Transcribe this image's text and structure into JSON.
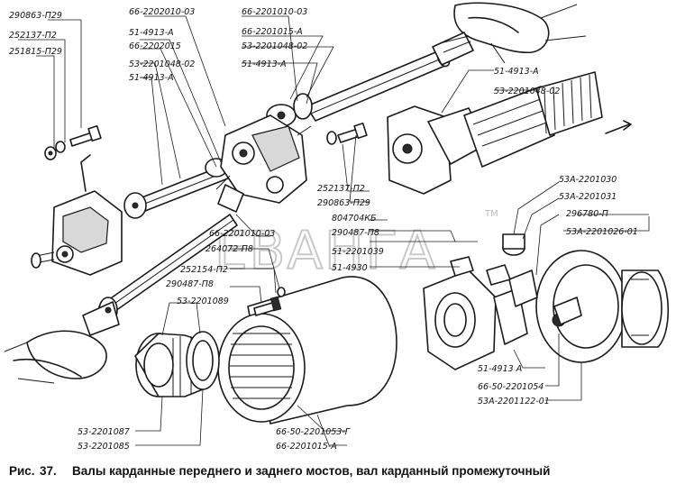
{
  "labels": {
    "l01": "290863-П29",
    "l02": "252137-П2",
    "l03": "251815-П29",
    "l04": "66-2202010-03",
    "l05": "51-4913-А",
    "l06": "66-2202015",
    "l07": "53-2201048-02",
    "l08": "51-4913-А",
    "l09": "66-2201010-03",
    "l10": "66-2201015-А",
    "l11": "53-2201048-02",
    "l12": "51-4913-А",
    "l13": "51-4913-А",
    "l14": "53-2201048-02",
    "l15": "252137-П2",
    "l16": "290863-П29",
    "l17": "804704КБ",
    "l18": "290487-П8",
    "l19": "51-2201039",
    "l20": "51-4930",
    "l21": "66-2201010-03",
    "l22": "264072-П8",
    "l23": "252154-П2",
    "l24": "290487-П8",
    "l25": "53-2201089",
    "l26": "53А-2201030",
    "l27": "53А-2201031",
    "l28": "296780-П",
    "l29": "53А-2201026-01",
    "l30": "51-4913 А",
    "l31": "66-50-2201054",
    "l32": "53А-2201122-01",
    "l33": "66-50-2201053-Г",
    "l34": "66-2201015-А",
    "l35": "53-2201087",
    "l36": "53-2201085"
  },
  "caption": {
    "prefix": "Рис.",
    "number": "37.",
    "text": "Валы карданные переднего и заднего мостов, вал карданный промежуточный"
  },
  "watermark": {
    "text": "ЕВАНГА",
    "mark": "ТМ"
  }
}
